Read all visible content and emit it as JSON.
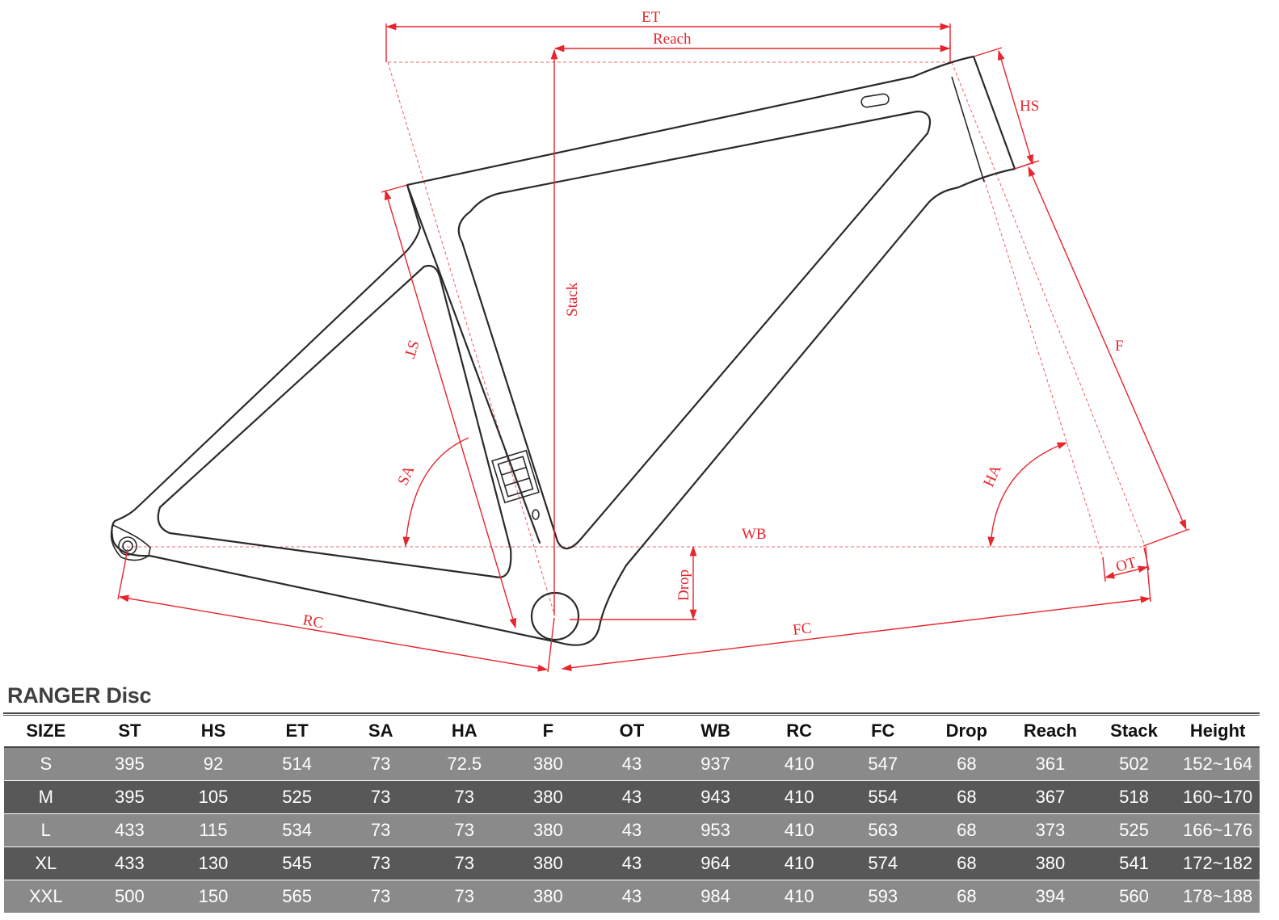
{
  "diagram": {
    "labels": {
      "et": "ET",
      "reach": "Reach",
      "hs": "HS",
      "stack": "Stack",
      "st": "ST",
      "f": "F",
      "sa": "SA",
      "ha": "HA",
      "wb": "WB",
      "ot": "OT",
      "drop": "Drop",
      "rc": "RC",
      "fc": "FC"
    },
    "colors": {
      "dimension": "#e8242d",
      "frame": "#2a2a2a"
    }
  },
  "table": {
    "title": "RANGER Disc",
    "columns": [
      "SIZE",
      "ST",
      "HS",
      "ET",
      "SA",
      "HA",
      "F",
      "OT",
      "WB",
      "RC",
      "FC",
      "Drop",
      "Reach",
      "Stack",
      "Height"
    ],
    "rows": [
      [
        "S",
        "395",
        "92",
        "514",
        "73",
        "72.5",
        "380",
        "43",
        "937",
        "410",
        "547",
        "68",
        "361",
        "502",
        "152~164"
      ],
      [
        "M",
        "395",
        "105",
        "525",
        "73",
        "73",
        "380",
        "43",
        "943",
        "410",
        "554",
        "68",
        "367",
        "518",
        "160~170"
      ],
      [
        "L",
        "433",
        "115",
        "534",
        "73",
        "73",
        "380",
        "43",
        "953",
        "410",
        "563",
        "68",
        "373",
        "525",
        "166~176"
      ],
      [
        "XL",
        "433",
        "130",
        "545",
        "73",
        "73",
        "380",
        "43",
        "964",
        "410",
        "574",
        "68",
        "380",
        "541",
        "172~182"
      ],
      [
        "XXL",
        "500",
        "150",
        "565",
        "73",
        "73",
        "380",
        "43",
        "984",
        "410",
        "593",
        "68",
        "394",
        "560",
        "178~188"
      ]
    ],
    "row_colors": {
      "light": "#8a8a8a",
      "dark": "#585858"
    }
  }
}
